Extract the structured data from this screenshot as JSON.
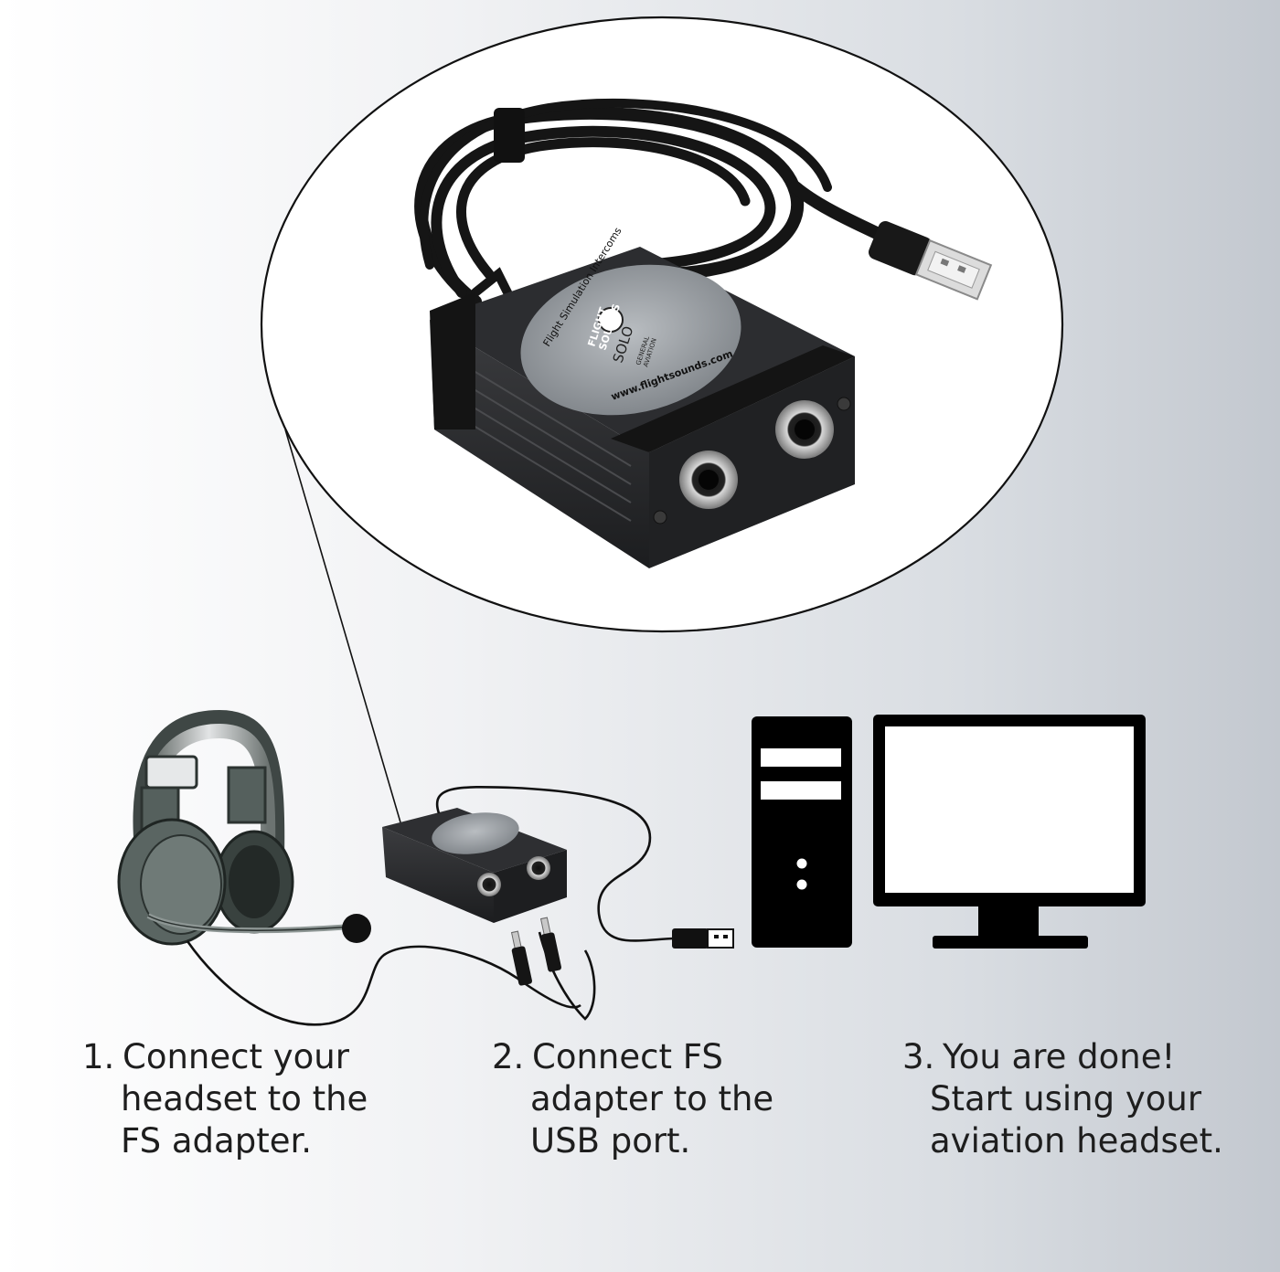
{
  "device_label": {
    "ring_text": "Flight Simulation Intercoms",
    "brand_line1": "FLIGHT",
    "brand_line2": "SOUNDS",
    "model": "SOLO",
    "edition_line1": "GENERAL",
    "edition_line2": "AVIATION",
    "website": "www.flightsounds.com"
  },
  "steps": [
    {
      "number": "1.",
      "lines": [
        "Connect your",
        "headset to the",
        "FS adapter."
      ]
    },
    {
      "number": "2.",
      "lines": [
        "Connect FS",
        "adapter to the",
        "USB port."
      ]
    },
    {
      "number": "3.",
      "lines": [
        "You are done!",
        "Start using your",
        "aviation headset."
      ]
    }
  ],
  "colors": {
    "device_body": "#2a2b2d",
    "label_disc": "#9a9ea3",
    "headset_band": "#c9cccf",
    "headset_cups": "#4b5552",
    "computer": "#000000"
  }
}
